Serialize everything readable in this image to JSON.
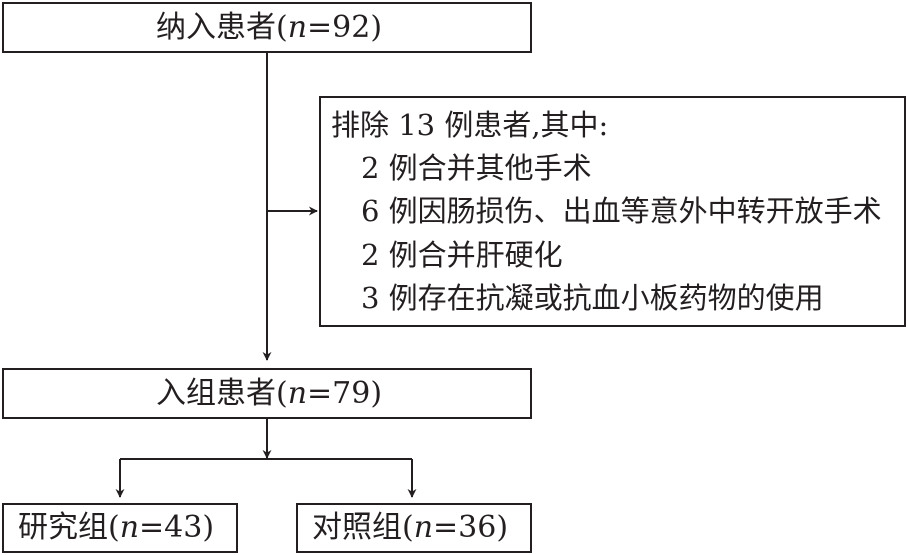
{
  "enrolled": {
    "prefix": "纳入患者(",
    "n_var": "n",
    "n_value": "=92)"
  },
  "excluded": {
    "header": "排除 13 例患者,其中:",
    "items": [
      "2 例合并其他手术",
      "6 例因肠损伤、出血等意外中转开放手术",
      "2 例合并肝硬化",
      "3 例存在抗凝或抗血小板药物的使用"
    ]
  },
  "included": {
    "prefix": "入组患者(",
    "n_var": "n",
    "n_value": "=79)"
  },
  "study_group": {
    "prefix": "研究组(",
    "n_var": "n",
    "n_value": "=43)"
  },
  "control_group": {
    "prefix": "对照组(",
    "n_var": "n",
    "n_value": "=36)"
  }
}
